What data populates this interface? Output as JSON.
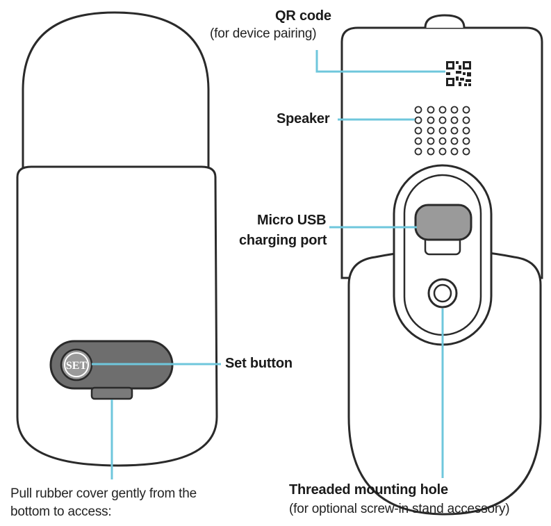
{
  "labels": {
    "qr_title": "QR code",
    "qr_sub": "(for device pairing)",
    "speaker": "Speaker",
    "usb_line1": "Micro USB",
    "usb_line2": "charging port",
    "set_button": "Set button",
    "set_text": "SET",
    "pull_line1": "Pull rubber cover gently from the",
    "pull_line2": "bottom to access:",
    "mount_title": "Threaded mounting hole",
    "mount_sub": "(for optional screw-in stand accessory)"
  },
  "colors": {
    "callout": "#6fc7dc",
    "outline": "#2a2a2a",
    "fill": "#ffffff",
    "usb_fill": "#9a9a9a",
    "set_fill": "#8a8a8a",
    "set_panel": "#6a6a6a"
  },
  "icons": [
    "qr-code-icon",
    "speaker-grille-icon"
  ]
}
